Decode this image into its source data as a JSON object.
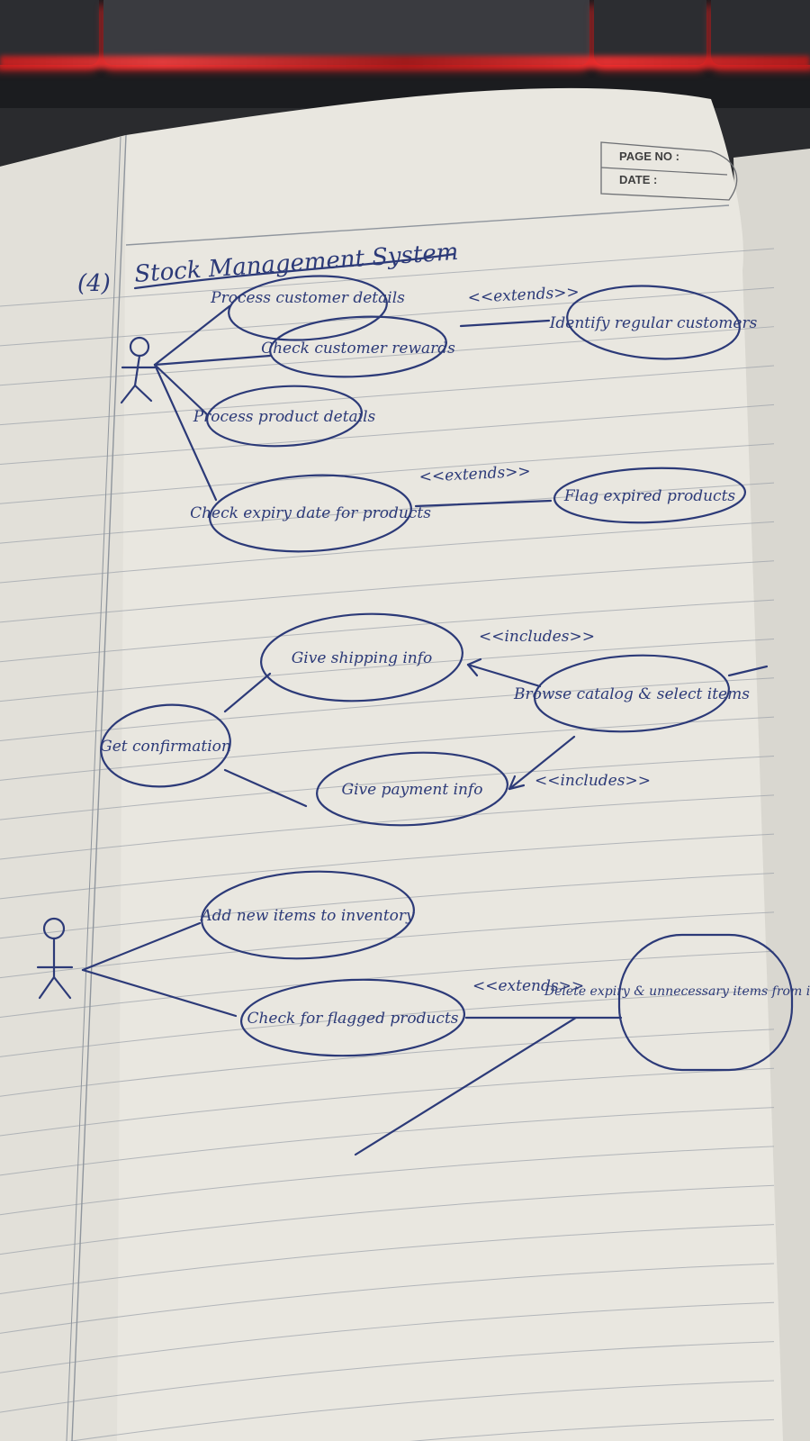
{
  "page_header": {
    "page_no_label": "PAGE NO :",
    "date_label": "DATE :"
  },
  "diagram": {
    "number": "(4)",
    "title": "Stock Management System",
    "section1": {
      "use_cases": [
        "Process customer details",
        "Check customer rewards",
        "Process product details",
        "Check expiry date for products"
      ],
      "extends": [
        {
          "label": "<<extends>>",
          "target": "Identify regular customers"
        },
        {
          "label": "<<extends>>",
          "target": "Flag expired products"
        }
      ]
    },
    "section2": {
      "start": "Get confirmation",
      "use_cases": [
        "Give shipping info",
        "Give payment info"
      ],
      "browse": "Browse catalog & select items",
      "includes_top": "<<includes>>",
      "includes_bottom": "<<includes>>"
    },
    "section3": {
      "use_cases": [
        "Add new items to inventory",
        "Check for flagged products"
      ],
      "extends_label": "<<extends>>",
      "extend_target": "Delete expiry & unnecessary items from inventory"
    }
  },
  "colors": {
    "ink": "#2c3a78",
    "paper": "#e9e7e0",
    "rule": "#9aa0a8"
  }
}
